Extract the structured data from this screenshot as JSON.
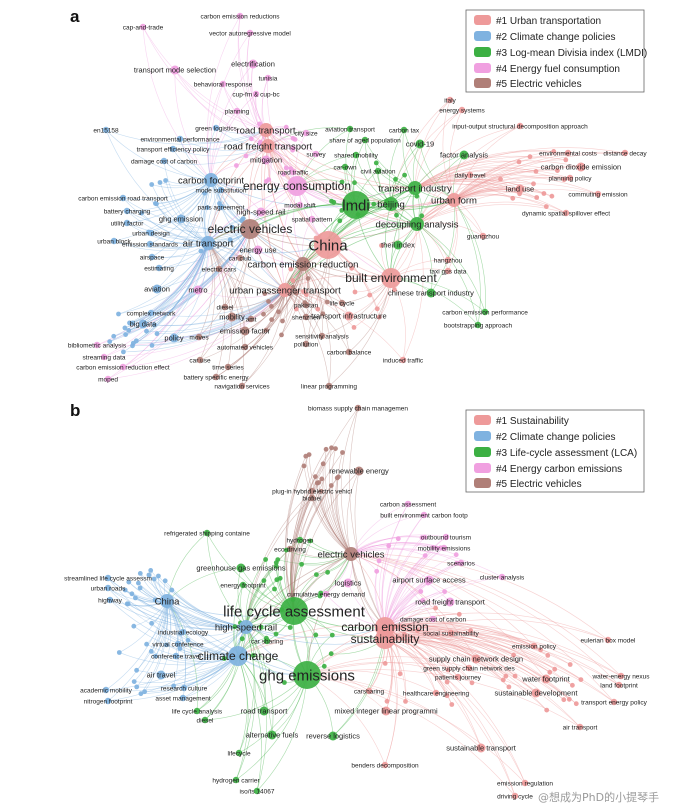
{
  "panels": [
    {
      "id": "a",
      "label": "a",
      "legend": [
        {
          "text": "#1 Urban transportation",
          "color": "#ee9a9a"
        },
        {
          "text": "#2 Climate change policies",
          "color": "#7fb2e0"
        },
        {
          "text": "#3 Log-mean Divisia index (LMDI)",
          "color": "#3cb043"
        },
        {
          "text": "#4 Energy fuel consumption",
          "color": "#f0a0e0"
        },
        {
          "text": "#5 Electric vehicles",
          "color": "#b07f78"
        }
      ],
      "keywords": [
        {
          "t": "carbon emission reductions",
          "c": 4,
          "s": 0
        },
        {
          "t": "cap-and-trade",
          "c": 4,
          "s": 0
        },
        {
          "t": "vector autoregressive model",
          "c": 4,
          "s": 0
        },
        {
          "t": "electrification",
          "c": 4,
          "s": 1
        },
        {
          "t": "transport mode selection",
          "c": 4,
          "s": 1
        },
        {
          "t": "tunisia",
          "c": 4,
          "s": 0
        },
        {
          "t": "behavioral response",
          "c": 4,
          "s": 0
        },
        {
          "t": "cup-fm & cup-bc",
          "c": 4,
          "s": 0
        },
        {
          "t": "planning",
          "c": 4,
          "s": 0
        },
        {
          "t": "italy",
          "c": 1,
          "s": 0
        },
        {
          "t": "energy systems",
          "c": 1,
          "s": 0
        },
        {
          "t": "input-output structural decomposition approach",
          "c": 1,
          "s": 0
        },
        {
          "t": "en15158",
          "c": 2,
          "s": 0
        },
        {
          "t": "green logistics",
          "c": 2,
          "s": 0
        },
        {
          "t": "environmental performance",
          "c": 2,
          "s": 0
        },
        {
          "t": "transport efficiency policy",
          "c": 2,
          "s": 0
        },
        {
          "t": "damage cost of carbon",
          "c": 2,
          "s": 0
        },
        {
          "t": "road transport",
          "c": 1,
          "s": 2
        },
        {
          "t": "road freight transport",
          "c": 1,
          "s": 2
        },
        {
          "t": "aviation transport",
          "c": 3,
          "s": 0
        },
        {
          "t": "city size",
          "c": 4,
          "s": 0
        },
        {
          "t": "carbon tax",
          "c": 3,
          "s": 0
        },
        {
          "t": "covid-19",
          "c": 3,
          "s": 1
        },
        {
          "t": "share of aged population",
          "c": 3,
          "s": 0
        },
        {
          "t": "survey",
          "c": 4,
          "s": 0
        },
        {
          "t": "shared mobility",
          "c": 3,
          "s": 0
        },
        {
          "t": "mitigation",
          "c": 4,
          "s": 1
        },
        {
          "t": "road traffic",
          "c": 4,
          "s": 0
        },
        {
          "t": "civil aviation",
          "c": 3,
          "s": 0
        },
        {
          "t": "car-own",
          "c": 3,
          "s": 0
        },
        {
          "t": "factor analysis",
          "c": 3,
          "s": 1
        },
        {
          "t": "daily travel",
          "c": 1,
          "s": 0
        },
        {
          "t": "environmental costs",
          "c": 1,
          "s": 0
        },
        {
          "t": "distance decay",
          "c": 1,
          "s": 0
        },
        {
          "t": "carbon dioxide emission",
          "c": 1,
          "s": 1
        },
        {
          "t": "planning policy",
          "c": 1,
          "s": 0
        },
        {
          "t": "land use",
          "c": 1,
          "s": 1
        },
        {
          "t": "commuting emission",
          "c": 1,
          "s": 0
        },
        {
          "t": "carbon footprint",
          "c": 2,
          "s": 2
        },
        {
          "t": "energy consumption",
          "c": 4,
          "s": 3
        },
        {
          "t": "transport industry",
          "c": 3,
          "s": 2
        },
        {
          "t": "mode substitution",
          "c": 2,
          "s": 0
        },
        {
          "t": "carbon emission road transport",
          "c": 2,
          "s": 0
        },
        {
          "t": "paris agreement",
          "c": 2,
          "s": 0
        },
        {
          "t": "modal shift",
          "c": 4,
          "s": 0
        },
        {
          "t": "lmdi",
          "c": 3,
          "s": 4
        },
        {
          "t": "beijing",
          "c": 3,
          "s": 2
        },
        {
          "t": "urban form",
          "c": 1,
          "s": 2
        },
        {
          "t": "battery charging",
          "c": 2,
          "s": 0
        },
        {
          "t": "utility factor",
          "c": 2,
          "s": 0
        },
        {
          "t": "ghg emission",
          "c": 2,
          "s": 1
        },
        {
          "t": "high-speed rail",
          "c": 4,
          "s": 1
        },
        {
          "t": "spatial pattern",
          "c": 4,
          "s": 0
        },
        {
          "t": "dynamic spatial spillover effect",
          "c": 1,
          "s": 0
        },
        {
          "t": "urban design",
          "c": 2,
          "s": 0
        },
        {
          "t": "electric vehicles",
          "c": 5,
          "s": 3
        },
        {
          "t": "decoupling analysis",
          "c": 3,
          "s": 2
        },
        {
          "t": "emission standards",
          "c": 2,
          "s": 0
        },
        {
          "t": "urban block",
          "c": 2,
          "s": 0
        },
        {
          "t": "air transport",
          "c": 2,
          "s": 2
        },
        {
          "t": "China",
          "c": 1,
          "s": 4
        },
        {
          "t": "guangzhou",
          "c": 1,
          "s": 0
        },
        {
          "t": "energy use",
          "c": 4,
          "s": 1
        },
        {
          "t": "theil index",
          "c": 3,
          "s": 1
        },
        {
          "t": "hangzhou",
          "c": 1,
          "s": 0
        },
        {
          "t": "airspace",
          "c": 2,
          "s": 0
        },
        {
          "t": "car club",
          "c": 5,
          "s": 0
        },
        {
          "t": "estimating",
          "c": 2,
          "s": 0
        },
        {
          "t": "electric cars",
          "c": 5,
          "s": 0
        },
        {
          "t": "carbon emission reduction",
          "c": 5,
          "s": 2
        },
        {
          "t": "taxi gps data",
          "c": 1,
          "s": 0
        },
        {
          "t": "built environment",
          "c": 1,
          "s": 3
        },
        {
          "t": "urban passenger transport",
          "c": 1,
          "s": 2
        },
        {
          "t": "metro",
          "c": 4,
          "s": 1
        },
        {
          "t": "aviation",
          "c": 2,
          "s": 1
        },
        {
          "t": "pakistan",
          "c": 5,
          "s": 0
        },
        {
          "t": "chinese transport industry",
          "c": 3,
          "s": 1
        },
        {
          "t": "complex network",
          "c": 2,
          "s": 0
        },
        {
          "t": "life cycle",
          "c": 5,
          "s": 0
        },
        {
          "t": "diesel",
          "c": 5,
          "s": 0
        },
        {
          "t": "shenzhen",
          "c": 5,
          "s": 0
        },
        {
          "t": "big data",
          "c": 2,
          "s": 1
        },
        {
          "t": "mobility",
          "c": 5,
          "s": 1
        },
        {
          "t": "amt",
          "c": 5,
          "s": 0
        },
        {
          "t": "transport infrastructure",
          "c": 1,
          "s": 1
        },
        {
          "t": "carbon emission performance",
          "c": 3,
          "s": 0
        },
        {
          "t": "emission factor",
          "c": 5,
          "s": 1
        },
        {
          "t": "bootstrapping approach",
          "c": 3,
          "s": 0
        },
        {
          "t": "sensitivity analysis",
          "c": 5,
          "s": 0
        },
        {
          "t": "policy",
          "c": 2,
          "s": 1
        },
        {
          "t": "moves",
          "c": 5,
          "s": 0
        },
        {
          "t": "pollution",
          "c": 5,
          "s": 0
        },
        {
          "t": "bibliometric analysis",
          "c": 4,
          "s": 0
        },
        {
          "t": "automated vehicles",
          "c": 5,
          "s": 0
        },
        {
          "t": "carbon balance",
          "c": 5,
          "s": 0
        },
        {
          "t": "streaming data",
          "c": 4,
          "s": 0
        },
        {
          "t": "car use",
          "c": 5,
          "s": 0
        },
        {
          "t": "induced traffic",
          "c": 1,
          "s": 0
        },
        {
          "t": "carbon emission reduction effect",
          "c": 4,
          "s": 0
        },
        {
          "t": "time series",
          "c": 5,
          "s": 0
        },
        {
          "t": "moped",
          "c": 4,
          "s": 0
        },
        {
          "t": "battery specific energy",
          "c": 5,
          "s": 0
        },
        {
          "t": "navigation services",
          "c": 5,
          "s": 0
        },
        {
          "t": "linear programming",
          "c": 5,
          "s": 0
        }
      ]
    },
    {
      "id": "b",
      "label": "b",
      "legend": [
        {
          "text": "#1 Sustainability",
          "color": "#ee9a9a"
        },
        {
          "text": "#2 Climate change policies",
          "color": "#7fb2e0"
        },
        {
          "text": "#3 Life-cycle assessment (LCA)",
          "color": "#3cb043"
        },
        {
          "text": "#4 Energy carbon emissions",
          "color": "#f0a0e0"
        },
        {
          "text": "#5 Electric vehicles",
          "color": "#b07f78"
        }
      ],
      "keywords": [
        {
          "t": "biomass supply chain managemen",
          "c": 5,
          "s": 0
        },
        {
          "t": "renewable energy",
          "c": 5,
          "s": 1
        },
        {
          "t": "plug-in hybrid electric vehicl",
          "c": 5,
          "s": 0
        },
        {
          "t": "biofuel",
          "c": 5,
          "s": 0
        },
        {
          "t": "carbon assessment",
          "c": 4,
          "s": 0
        },
        {
          "t": "built environment carbon footp",
          "c": 4,
          "s": 0
        },
        {
          "t": "refrigerated shipping containe",
          "c": 3,
          "s": 0
        },
        {
          "t": "hydrogen",
          "c": 3,
          "s": 0
        },
        {
          "t": "outbound tourism",
          "c": 4,
          "s": 0
        },
        {
          "t": "eco-driving",
          "c": 5,
          "s": 0
        },
        {
          "t": "mobility emissions",
          "c": 4,
          "s": 0
        },
        {
          "t": "electric vehicles",
          "c": 5,
          "s": 2
        },
        {
          "t": "scenarios",
          "c": 4,
          "s": 0
        },
        {
          "t": "greenhouse gas emissions",
          "c": 3,
          "s": 1
        },
        {
          "t": "energy footprint",
          "c": 3,
          "s": 0
        },
        {
          "t": "cluster analysis",
          "c": 4,
          "s": 0
        },
        {
          "t": "logistics",
          "c": 4,
          "s": 1
        },
        {
          "t": "airport surface access",
          "c": 4,
          "s": 1
        },
        {
          "t": "cumulative energy demand",
          "c": 4,
          "s": 0
        },
        {
          "t": "streamlined life cycle assessm",
          "c": 2,
          "s": 0
        },
        {
          "t": "urban roads",
          "c": 2,
          "s": 0
        },
        {
          "t": "highway",
          "c": 2,
          "s": 0
        },
        {
          "t": "China",
          "c": 2,
          "s": 2
        },
        {
          "t": "life cycle assessment",
          "c": 3,
          "s": 4
        },
        {
          "t": "road freight transport",
          "c": 4,
          "s": 1
        },
        {
          "t": "high-speed rail",
          "c": 2,
          "s": 2
        },
        {
          "t": "damage cost of carbon",
          "c": 4,
          "s": 0
        },
        {
          "t": "carbon emission",
          "c": 1,
          "s": 3
        },
        {
          "t": "industrial ecology",
          "c": 2,
          "s": 0
        },
        {
          "t": "social sustainability",
          "c": 1,
          "s": 0
        },
        {
          "t": "sustainability",
          "c": 1,
          "s": 3
        },
        {
          "t": "car sharing",
          "c": 3,
          "s": 0
        },
        {
          "t": "eulerian box model",
          "c": 1,
          "s": 0
        },
        {
          "t": "virtual conference",
          "c": 2,
          "s": 0
        },
        {
          "t": "climate change",
          "c": 2,
          "s": 3
        },
        {
          "t": "conference travel",
          "c": 2,
          "s": 0
        },
        {
          "t": "supply chain network design",
          "c": 1,
          "s": 1
        },
        {
          "t": "ghg emissions",
          "c": 3,
          "s": 4
        },
        {
          "t": "emission policy",
          "c": 1,
          "s": 0
        },
        {
          "t": "green supply chain network des",
          "c": 1,
          "s": 0
        },
        {
          "t": "water footprint",
          "c": 1,
          "s": 1
        },
        {
          "t": "patients journey",
          "c": 1,
          "s": 0
        },
        {
          "t": "water-energy nexus",
          "c": 1,
          "s": 0
        },
        {
          "t": "land footprint",
          "c": 1,
          "s": 0
        },
        {
          "t": "air travel",
          "c": 2,
          "s": 1
        },
        {
          "t": "research culture",
          "c": 2,
          "s": 0
        },
        {
          "t": "carsharing",
          "c": 1,
          "s": 0
        },
        {
          "t": "healthcare engineering",
          "c": 1,
          "s": 0
        },
        {
          "t": "sustainable development",
          "c": 1,
          "s": 1
        },
        {
          "t": "academic mobility",
          "c": 2,
          "s": 0
        },
        {
          "t": "asset management",
          "c": 2,
          "s": 0
        },
        {
          "t": "transport energy policy",
          "c": 1,
          "s": 0
        },
        {
          "t": "nitrogen footprint",
          "c": 2,
          "s": 0
        },
        {
          "t": "mixed integer linear programmi",
          "c": 1,
          "s": 1
        },
        {
          "t": "life cycle analysis",
          "c": 3,
          "s": 0
        },
        {
          "t": "road transport",
          "c": 3,
          "s": 1
        },
        {
          "t": "diesel",
          "c": 3,
          "s": 0
        },
        {
          "t": "air transport",
          "c": 1,
          "s": 0
        },
        {
          "t": "alternative fuels",
          "c": 3,
          "s": 1
        },
        {
          "t": "reverse logistics",
          "c": 3,
          "s": 1
        },
        {
          "t": "lifecycle",
          "c": 3,
          "s": 0
        },
        {
          "t": "sustainable transport",
          "c": 1,
          "s": 1
        },
        {
          "t": "benders decomposition",
          "c": 1,
          "s": 0
        },
        {
          "t": "hydrogen carrier",
          "c": 3,
          "s": 0
        },
        {
          "t": "iso/ts 14067",
          "c": 3,
          "s": 0
        },
        {
          "t": "emission regulation",
          "c": 1,
          "s": 0
        },
        {
          "t": "driving cycle",
          "c": 1,
          "s": 0
        }
      ]
    }
  ],
  "watermark": "@想成为PhD的小提琴手"
}
